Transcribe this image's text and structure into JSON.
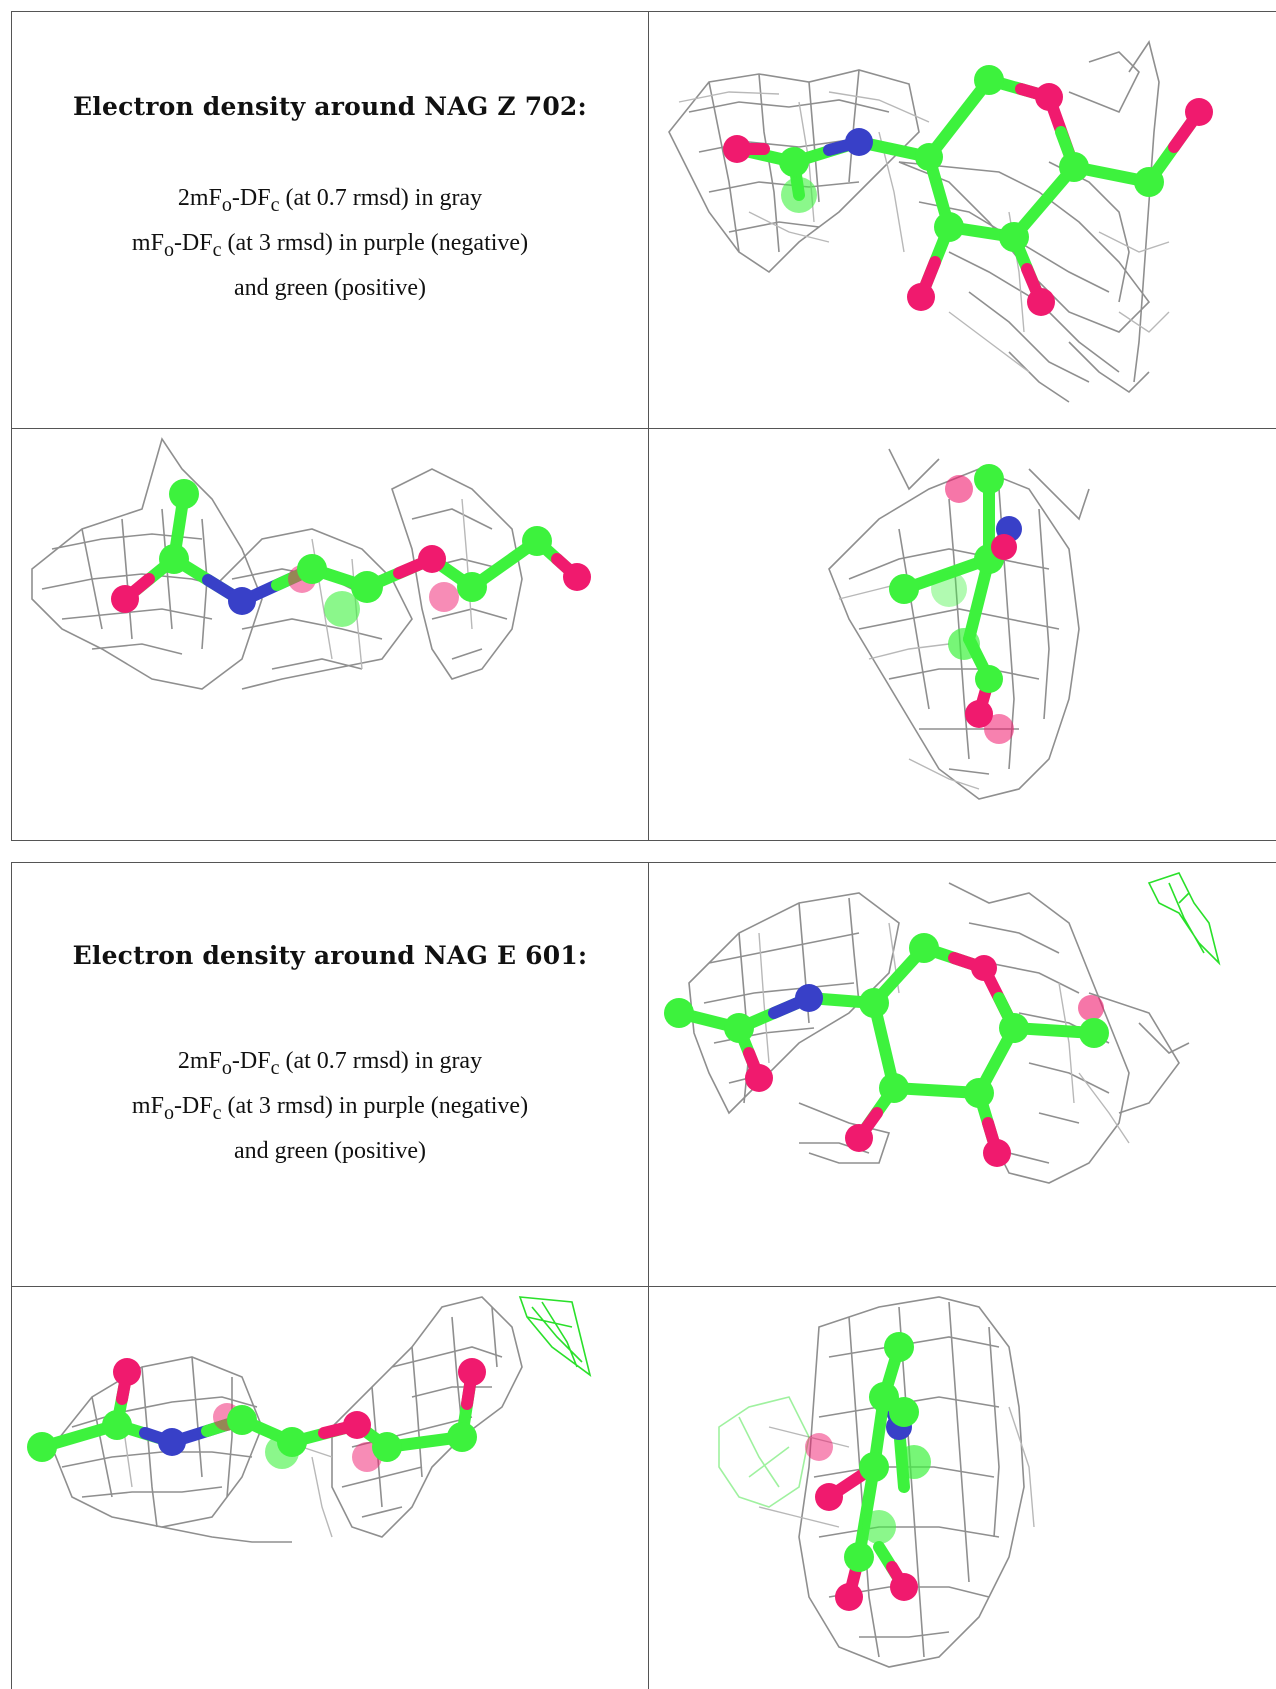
{
  "panels": [
    {
      "title": "Electron density around NAG Z 702:",
      "line1_main": "2mF",
      "line1_sub1": "o",
      "line1_mid": "-DF",
      "line1_sub2": "c",
      "line1_rest": " (at 0.7 rmsd) in gray",
      "line2_main": "mF",
      "line2_sub1": "o",
      "line2_mid": "-DF",
      "line2_sub2": "c",
      "line2_rest": " (at 3 rmsd) in purple (negative)",
      "line3": "and green (positive)"
    },
    {
      "title": "Electron density around NAG E 601:",
      "line1_main": "2mF",
      "line1_sub1": "o",
      "line1_mid": "-DF",
      "line1_sub2": "c",
      "line1_rest": " (at 0.7 rmsd) in gray",
      "line2_main": "mF",
      "line2_sub1": "o",
      "line2_mid": "-DF",
      "line2_sub2": "c",
      "line2_rest": " (at 3 rmsd) in purple (negative)",
      "line3": "and green (positive)"
    }
  ],
  "colors": {
    "carbon": "#3df23d",
    "oxygen": "#f01a6e",
    "nitrogen": "#3840c8",
    "mesh": "#8f8f8f",
    "positive_density": "#2ae02a"
  }
}
